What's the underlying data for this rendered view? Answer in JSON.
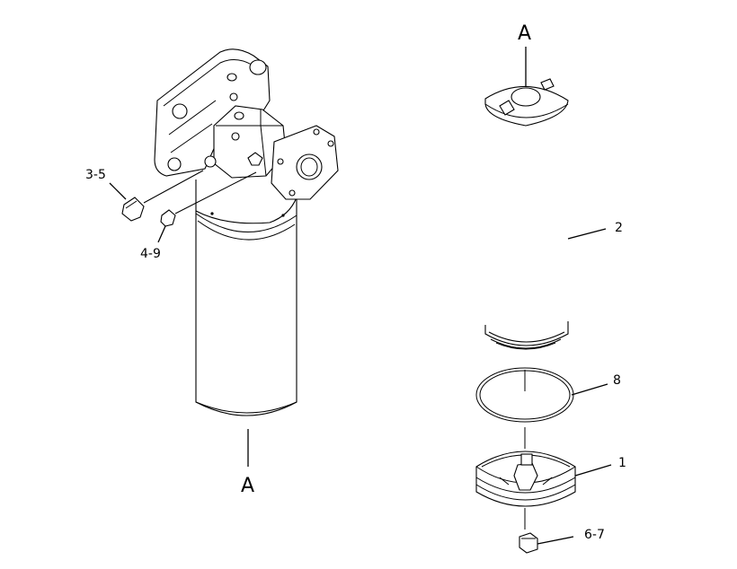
{
  "labels": {
    "ref_top": "A",
    "ref_bottom": "A",
    "part_2": "2",
    "part_8": "8",
    "part_1": "1",
    "part_3_5": "3-5",
    "part_4_9": "4-9",
    "part_6_7": "6-7"
  }
}
